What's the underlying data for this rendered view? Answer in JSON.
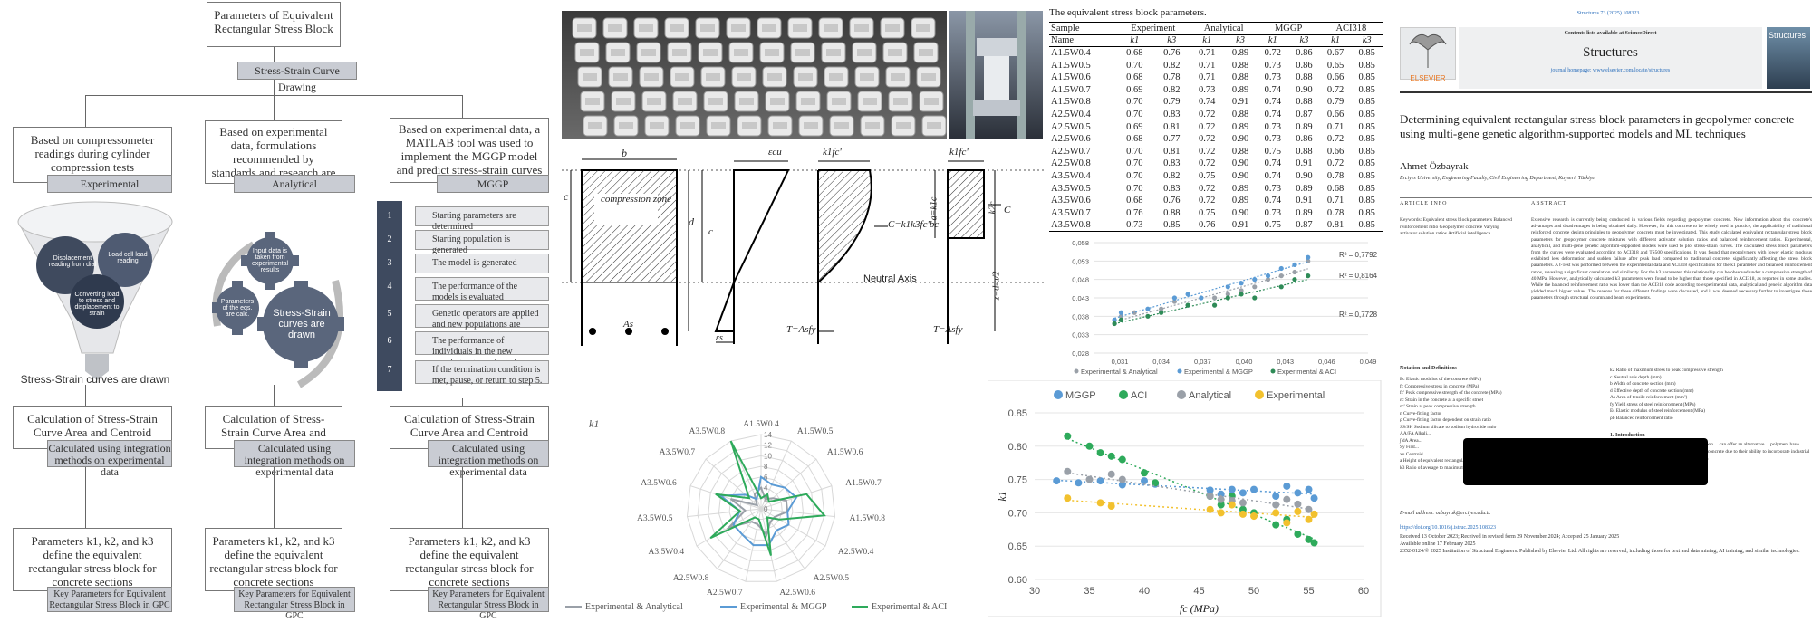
{
  "flowchart": {
    "top_title": "Parameters of Equivalent Rectangular Stress Block",
    "top_bar": "Stress-Strain Curve Drawing",
    "columns": [
      {
        "desc": "Based on compressometer readings during cylinder compression tests",
        "bar": "Experimental"
      },
      {
        "desc": "Based on experimental data, formulations recommended by standards and research are used",
        "bar": "Analytical"
      },
      {
        "desc": "Based on experimental data, a MATLAB tool was used to implement the MGGP model and predict stress-strain curves",
        "bar": "MGGP"
      }
    ],
    "funnel": {
      "c1": "Displacement reading from dial",
      "c2": "Load cell load reading",
      "c3": "Converting load to stress and displacement to strain",
      "caption": "Stress-Strain curves are drawn"
    },
    "gears": {
      "g1": "Input data is taken from experimental results",
      "g2": "Parameters of the eqs. are calc.",
      "g3": "Stress-Strain curves are drawn"
    },
    "mggp_steps": [
      {
        "n": "1",
        "text": "Starting parameters are determined"
      },
      {
        "n": "2",
        "text": "Starting population is generated"
      },
      {
        "n": "3",
        "text": "The model is generated"
      },
      {
        "n": "4",
        "text": "The performance of the models is evaluated"
      },
      {
        "n": "5",
        "text": "Genetic operators are applied and new populations are created"
      },
      {
        "n": "6",
        "text": "The performance of individuals in the new population is evaluated"
      },
      {
        "n": "7",
        "text": "If the termination condition is met, pause, or return to step 5."
      }
    ],
    "calc_title": "Calculation of Stress-Strain Curve Area and Centroid",
    "calc_bar": "Calculated using integration methods on experimental data",
    "param_text": "Parameters k1, k2, and k3 define the equivalent rectangular stress block for concrete sections",
    "param_bar": "Key Parameters for Equivalent Rectangular Stress Block in GPC"
  },
  "diagram": {
    "b": "b",
    "zone": "compression zone",
    "c": "c",
    "d": "d",
    "as": "As",
    "ecu": "εcu",
    "es": "εs",
    "k1fc": "k1fc'",
    "C_eq": "C=k1k3fc'bc",
    "T_eq": "T=Asfy",
    "neutral": "Neutral Axis",
    "a_eq": "a=k1c",
    "k2c": "k2c",
    "z_eq": "z=d-a/2",
    "C": "C",
    "T_eq2": "T=Asfy"
  },
  "table": {
    "caption": "The equivalent stress block parameters.",
    "groups": [
      "Sample",
      "Experiment",
      "Analytical",
      "MGGP",
      "ACI318"
    ],
    "subheads": [
      "Name",
      "k1",
      "k3",
      "k1",
      "k3",
      "k1",
      "k3",
      "k1",
      "k3"
    ],
    "rows": [
      [
        "A1.5W0.4",
        "0.68",
        "0.76",
        "0.71",
        "0.89",
        "0.72",
        "0.86",
        "0.67",
        "0.85"
      ],
      [
        "A1.5W0.5",
        "0.70",
        "0.82",
        "0.71",
        "0.88",
        "0.73",
        "0.86",
        "0.65",
        "0.85"
      ],
      [
        "A1.5W0.6",
        "0.68",
        "0.78",
        "0.71",
        "0.88",
        "0.73",
        "0.88",
        "0.66",
        "0.85"
      ],
      [
        "A1.5W0.7",
        "0.69",
        "0.82",
        "0.73",
        "0.89",
        "0.74",
        "0.90",
        "0.72",
        "0.85"
      ],
      [
        "A1.5W0.8",
        "0.70",
        "0.79",
        "0.74",
        "0.91",
        "0.74",
        "0.88",
        "0.79",
        "0.85"
      ],
      [
        "A2.5W0.4",
        "0.70",
        "0.83",
        "0.72",
        "0.88",
        "0.74",
        "0.87",
        "0.66",
        "0.85"
      ],
      [
        "A2.5W0.5",
        "0.69",
        "0.81",
        "0.72",
        "0.89",
        "0.73",
        "0.89",
        "0.71",
        "0.85"
      ],
      [
        "A2.5W0.6",
        "0.68",
        "0.77",
        "0.72",
        "0.90",
        "0.73",
        "0.86",
        "0.72",
        "0.85"
      ],
      [
        "A2.5W0.7",
        "0.70",
        "0.81",
        "0.72",
        "0.88",
        "0.75",
        "0.88",
        "0.66",
        "0.85"
      ],
      [
        "A2.5W0.8",
        "0.70",
        "0.83",
        "0.72",
        "0.90",
        "0.74",
        "0.91",
        "0.72",
        "0.85"
      ],
      [
        "A3.5W0.4",
        "0.70",
        "0.82",
        "0.75",
        "0.90",
        "0.74",
        "0.90",
        "0.78",
        "0.85"
      ],
      [
        "A3.5W0.5",
        "0.70",
        "0.83",
        "0.72",
        "0.89",
        "0.73",
        "0.89",
        "0.68",
        "0.85"
      ],
      [
        "A3.5W0.6",
        "0.68",
        "0.76",
        "0.72",
        "0.89",
        "0.74",
        "0.91",
        "0.71",
        "0.85"
      ],
      [
        "A3.5W0.7",
        "0.76",
        "0.88",
        "0.75",
        "0.90",
        "0.73",
        "0.89",
        "0.78",
        "0.85"
      ],
      [
        "A3.5W0.8",
        "0.73",
        "0.85",
        "0.76",
        "0.91",
        "0.75",
        "0.87",
        "0.81",
        "0.85"
      ]
    ]
  },
  "chart_data": [
    {
      "type": "scatter",
      "yticks": [
        "0,058",
        "0,053",
        "0,048",
        "0,043",
        "0,038",
        "0,033",
        "0,028"
      ],
      "xticks": [
        "0,031",
        "0,034",
        "0,037",
        "0,040",
        "0,043",
        "0,046",
        "0,049"
      ],
      "ylim": [
        0.028,
        0.058
      ],
      "xlim": [
        0.029,
        0.0495
      ],
      "r2": [
        "R² = 0,7792",
        "R² = 0,8164",
        "R² = 0,7728"
      ],
      "series": [
        {
          "name": "Experimental & Analytical",
          "color": "#9aa0a8",
          "x": [
            0.0305,
            0.031,
            0.032,
            0.034,
            0.035,
            0.036,
            0.038,
            0.039,
            0.04,
            0.041,
            0.042,
            0.043,
            0.044,
            0.045
          ],
          "y": [
            0.036,
            0.038,
            0.039,
            0.04,
            0.042,
            0.041,
            0.043,
            0.044,
            0.045,
            0.046,
            0.048,
            0.049,
            0.05,
            0.053
          ]
        },
        {
          "name": "Experimental & MGGP",
          "color": "#5b9bd5",
          "x": [
            0.0305,
            0.031,
            0.033,
            0.035,
            0.036,
            0.037,
            0.039,
            0.04,
            0.041,
            0.042,
            0.043,
            0.044,
            0.045
          ],
          "y": [
            0.037,
            0.039,
            0.04,
            0.043,
            0.044,
            0.043,
            0.046,
            0.047,
            0.048,
            0.049,
            0.051,
            0.052,
            0.054
          ]
        },
        {
          "name": "Experimental & ACI",
          "color": "#2e8b57",
          "x": [
            0.0305,
            0.031,
            0.033,
            0.034,
            0.036,
            0.038,
            0.039,
            0.04,
            0.041,
            0.043,
            0.044,
            0.045
          ],
          "y": [
            0.036,
            0.037,
            0.038,
            0.039,
            0.041,
            0.041,
            0.043,
            0.044,
            0.043,
            0.046,
            0.048,
            0.049
          ]
        }
      ]
    },
    {
      "type": "radar",
      "title": "k1",
      "rticks": [
        "0",
        "2",
        "4",
        "6",
        "8",
        "10",
        "12",
        "14"
      ],
      "rmax": 14,
      "axes": [
        "A1.5W0.4",
        "A1.5W0.5",
        "A1.5W0.6",
        "A1.5W0.7",
        "A1.5W0.8",
        "A2.5W0.4",
        "A2.5W0.5",
        "A2.5W0.6",
        "A2.5W0.7",
        "A2.5W0.8",
        "A3.5W0.4",
        "A3.5W0.5",
        "A3.5W0.6",
        "A3.5W0.7",
        "A3.5W0.8"
      ],
      "series": [
        {
          "name": "Experimental & Analytical",
          "color": "#9aa0a8",
          "values": [
            4,
            2,
            3,
            5,
            5,
            3,
            3,
            5,
            3,
            3,
            7,
            3,
            6,
            1,
            3
          ]
        },
        {
          "name": "Experimental & MGGP",
          "color": "#5b9bd5",
          "values": [
            6,
            5,
            6,
            7,
            5,
            6,
            5,
            7,
            7,
            6,
            6,
            4,
            8,
            4,
            2
          ]
        },
        {
          "name": "Experimental & ACI",
          "color": "#2eaa5b",
          "values": [
            2,
            3,
            2,
            9,
            12,
            4,
            2,
            9,
            2,
            2,
            11,
            4,
            9,
            3,
            14
          ]
        }
      ]
    },
    {
      "type": "scatter",
      "xlabel": "fc (MPa)",
      "ylabel": "k1",
      "xticks": [
        "30",
        "35",
        "40",
        "45",
        "50",
        "55",
        "60"
      ],
      "yticks": [
        "0.85",
        "0.80",
        "0.75",
        "0.70",
        "0.65",
        "0.60"
      ],
      "xlim": [
        30,
        60
      ],
      "ylim": [
        0.6,
        0.85
      ],
      "series": [
        {
          "name": "MGGP",
          "color": "#5b9bd5",
          "x": [
            32,
            34,
            36,
            38,
            40,
            41,
            46,
            47,
            48,
            49,
            50,
            52,
            53,
            54,
            55,
            55.5
          ],
          "y": [
            0.748,
            0.745,
            0.748,
            0.742,
            0.748,
            0.743,
            0.734,
            0.728,
            0.735,
            0.73,
            0.735,
            0.725,
            0.74,
            0.73,
            0.735,
            0.722
          ]
        },
        {
          "name": "ACI",
          "color": "#2eaa5b",
          "x": [
            33,
            35,
            36,
            37,
            38,
            40,
            41,
            46,
            47,
            48,
            49,
            50,
            52,
            53,
            54,
            55,
            55.5
          ],
          "y": [
            0.815,
            0.8,
            0.79,
            0.785,
            0.78,
            0.76,
            0.745,
            0.725,
            0.712,
            0.725,
            0.705,
            0.7,
            0.682,
            0.69,
            0.668,
            0.66,
            0.655
          ]
        },
        {
          "name": "Analytical",
          "color": "#9aa0a8",
          "x": [
            33,
            35,
            37,
            38,
            46,
            47,
            48,
            49,
            52,
            53,
            54,
            55
          ],
          "y": [
            0.762,
            0.75,
            0.758,
            0.75,
            0.725,
            0.72,
            0.718,
            0.715,
            0.712,
            0.72,
            0.713,
            0.705
          ]
        },
        {
          "name": "Experimental",
          "color": "#f2c12e",
          "x": [
            33,
            36,
            37,
            46,
            47,
            48,
            49,
            50,
            52,
            53,
            54,
            55,
            55.5
          ],
          "y": [
            0.722,
            0.715,
            0.71,
            0.705,
            0.7,
            0.712,
            0.698,
            0.695,
            0.7,
            0.685,
            0.702,
            0.69,
            0.698
          ]
        }
      ]
    }
  ],
  "paper": {
    "journal_ref": "Structures 73 (2025) 108323",
    "contents": "Contents lists available at ScienceDirect",
    "journal": "Structures",
    "homepage": "journal homepage: www.elsevier.com/locate/structures",
    "publisher": "ELSEVIER",
    "cover_label": "Structures",
    "title": "Determining equivalent rectangular stress block parameters in geopolymer concrete using multi-gene genetic algorithm-supported models and ML techniques",
    "author": "Ahmet Özbayrak",
    "affil": "Erciyes University, Engineering Faculty, Civil Engineering Department, Kayseri, Türkiye",
    "article_info": "ARTICLE INFO",
    "abstract_h": "ABSTRACT",
    "keywords": "Keywords: Equivalent stress block parameters Balanced reinforcement ratio Geopolymer concrete Varying activator solution ratios Artificial intelligence",
    "abstract": "Extensive research is currently being conducted in various fields regarding geopolymer concrete. New information about this concrete's advantages and disadvantages is being obtained daily. However, for this concrete to be widely used in practice, the applicability of traditional reinforced concrete design principles to geopolymer concrete must be investigated. This study calculated equivalent rectangular stress block parameters for geopolymer concrete mixtures with different activator solution ratios and balanced reinforcement ratios. Experimental, analytical, and multi-gene genetic algorithm-supported models were used to plot stress-strain curves. The calculated stress block parameters from the curves were evaluated according to ACI318 and TS500 specifications. It was found that geopolymers with lower elastic modulus exhibited less deformation and sudden failure after peak load compared to traditional concrete, significantly affecting the stress block parameters. A t-Test was performed between the experimental data and ACI318 specifications for the k1 parameter and balanced reinforcement ratios, revealing a significant correlation and similarity. For the k3 parameter, this relationship can be observed under a compressive strength of 40 MPa. However, analytically calculated k3 parameters were found to be higher than those specified in ACI318, as reported in some studies. While the balanced reinforcement ratio was lower than the ACI318 code according to experimental data, analytical and genetic algorithm data yielded much higher values. The reasons for these different findings were discussed, and it was deemed necessary further to investigate these parameters through structural column and beam experiments.",
    "notation_h": "Notation and Definitions",
    "notation_left": [
      "Ec  Elastic modulus of the concrete (MPa)",
      "fc  Compressive stress in concrete (MPa)",
      "fc'  Peak compressive strength of the concrete (MPa)",
      "εc  Strain in the concrete at a specific street",
      "εc'  Strain at peak compressive strength",
      "n  Curve-fitting factor",
      "ρ  Curve-fitting factor dependent on strain ratio",
      "SS/SH  Sodium silicate to sodium hydroxide ratio",
      "AA/FA  Alkali...",
      "∫ dA  Area...",
      "Sy  First...",
      "xu  Centroid...",
      "a  Height of equivalent rectangular stress block (mm)",
      "k3  Ratio of average to maximum compressive stress"
    ],
    "notation_right": [
      "k2  Ratio of maximum stress to peak compressive strength",
      "c  Neutral axis depth (mm)",
      "b  Width of concrete section (mm)",
      "d  Effective depth of concrete section (mm)",
      "As  Area of tensile reinforcement (mm²)",
      "fy  Yield stress of steel reinforcement (MPa)",
      "Es  Elastic modulus of steel reinforcement (MPa)",
      "ρb  Balanced reinforcement ratio"
    ],
    "intro_h": "1.  Introduction",
    "intro_text": "ash, a waste product, ... significant amount of carbon ... can offer an alternative ... polymers have emerged as a sustainable alternative to traditional concrete due to their ability to incorporate industrial by-products and waste materials. Utilizing fly ash,",
    "email": "E-mail address: ozbayrak@erciyes.edu.tr.",
    "doi": "https://doi.org/10.1016/j.istruc.2025.108323",
    "received": "Received 13 October 2023; Received in revised form 29 November 2024; Accepted 25 January 2025",
    "online": "Available online 17 February 2025",
    "rights": "2352-0124/© 2025 Institution of Structural Engineers. Published by Elsevier Ltd. All rights are reserved, including those for text and data mining, AI training, and similar technologies."
  }
}
